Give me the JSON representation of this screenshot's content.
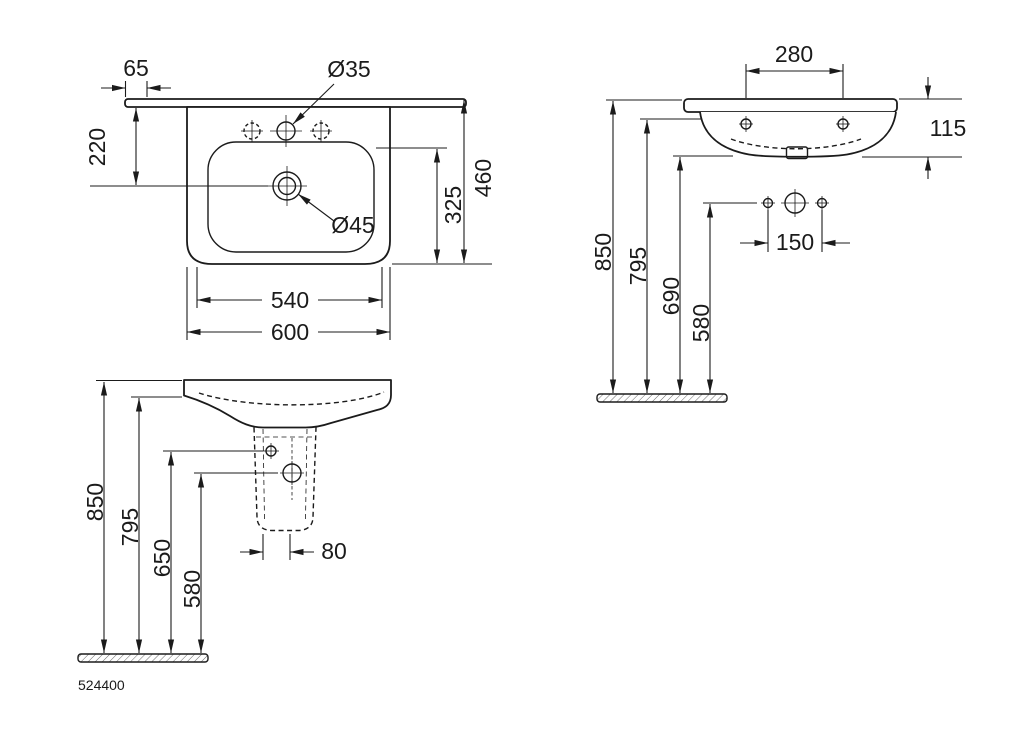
{
  "colors": {
    "ink": "#1b1b1b",
    "background": "#ffffff"
  },
  "product_code": "524400",
  "plan_view": {
    "dim_65": "65",
    "dim_tap_hole_diameter": "Ø35",
    "dim_220": "220",
    "dim_460": "460",
    "dim_325": "325",
    "dim_drain_diameter": "Ø45",
    "dim_540": "540",
    "dim_600": "600"
  },
  "front_view": {
    "dim_280": "280",
    "dim_115": "115",
    "dim_150": "150",
    "dim_850": "850",
    "dim_795": "795",
    "dim_690": "690",
    "dim_580": "580"
  },
  "side_view": {
    "dim_850": "850",
    "dim_795": "795",
    "dim_650": "650",
    "dim_580": "580",
    "dim_80": "80"
  }
}
